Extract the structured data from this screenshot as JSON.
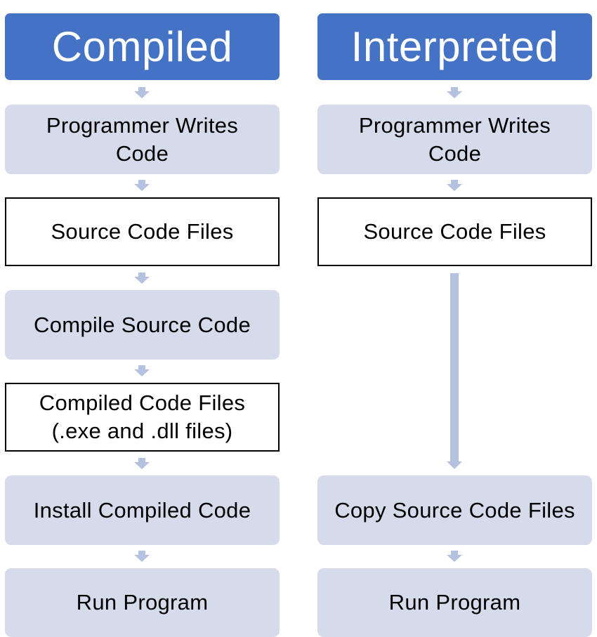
{
  "colors": {
    "header_fill": "#4472c4",
    "step_fill": "#d5dbea",
    "connector": "#b4c2e0"
  },
  "compiled": {
    "title": "Compiled",
    "steps": [
      "Programmer Writes\nCode",
      "Source Code Files",
      "Compile Source Code",
      "Compiled Code Files\n(.exe and .dll files)",
      "Install Compiled Code",
      "Run Program"
    ]
  },
  "interpreted": {
    "title": "Interpreted",
    "steps": [
      "Programmer Writes\nCode",
      "Source Code Files",
      "Copy Source Code Files",
      "Run Program"
    ]
  }
}
